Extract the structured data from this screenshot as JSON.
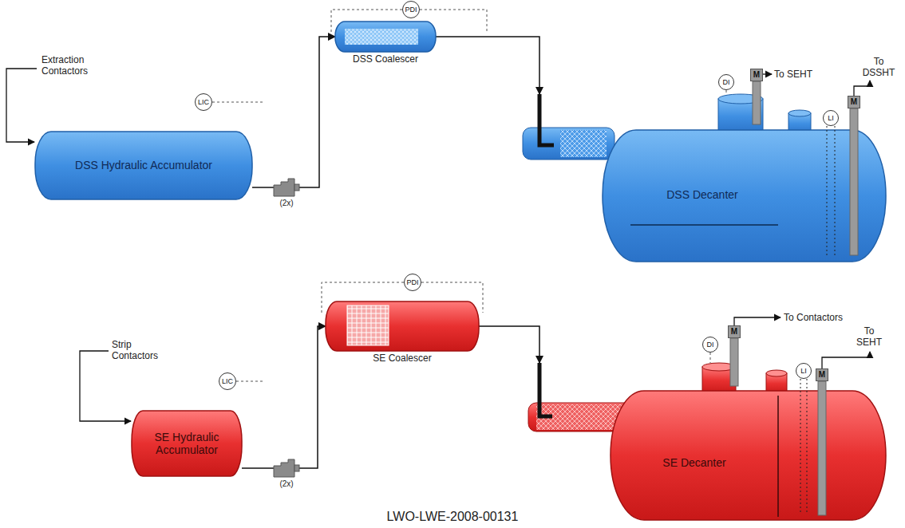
{
  "diagram": {
    "caption": "LWO-LWE-2008-00131",
    "nodes": [
      {
        "text": [
          "DSS Hydraulic Accumulator"
        ]
      },
      {
        "text": [
          "LIC"
        ]
      },
      {
        "text": [
          "(2x)"
        ]
      },
      {
        "text": [
          "PDI"
        ]
      },
      {
        "text": [
          "DSS Coalescer"
        ]
      },
      {
        "text": [
          "DI"
        ]
      },
      {
        "text": [
          "M"
        ]
      },
      {
        "text": [
          "LI"
        ]
      },
      {
        "text": [
          "M"
        ]
      },
      {
        "text": [
          "DSS Decanter"
        ]
      },
      {
        "text": [
          "SE Hydraulic Accumulator"
        ]
      },
      {
        "text": [
          "LIC"
        ]
      },
      {
        "text": [
          "(2x)"
        ]
      },
      {
        "text": [
          "PDI"
        ]
      },
      {
        "text": [
          "SE Coalescer"
        ]
      },
      {
        "text": [
          "DI"
        ]
      },
      {
        "text": [
          "M"
        ]
      },
      {
        "text": [
          "LI"
        ]
      },
      {
        "text": [
          "M"
        ]
      },
      {
        "text": [
          "SE Decanter"
        ]
      }
    ],
    "edges": [
      {
        "from": 0,
        "to": 2,
        "arrow": "none"
      },
      {
        "from": 2,
        "to": 4,
        "arrow": "to"
      },
      {
        "from": 4,
        "to": 9,
        "arrow": "to"
      },
      {
        "from": 10,
        "to": 12,
        "arrow": "none"
      },
      {
        "from": 12,
        "to": 14,
        "arrow": "to"
      },
      {
        "from": 14,
        "to": 19,
        "arrow": "to"
      }
    ],
    "labels": [
      "Extraction Contactors",
      "To SEHT",
      "To DSSHT",
      "Strip Contactors",
      "To Contactors",
      "To SEHT"
    ]
  }
}
